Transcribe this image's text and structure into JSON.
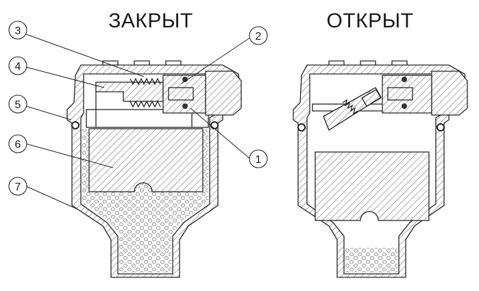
{
  "panels": {
    "closed": {
      "title": "ЗАКРЫТ"
    },
    "open": {
      "title": "ОТКРЫТ"
    }
  },
  "callouts": [
    "1",
    "2",
    "3",
    "4",
    "5",
    "6",
    "7"
  ]
}
